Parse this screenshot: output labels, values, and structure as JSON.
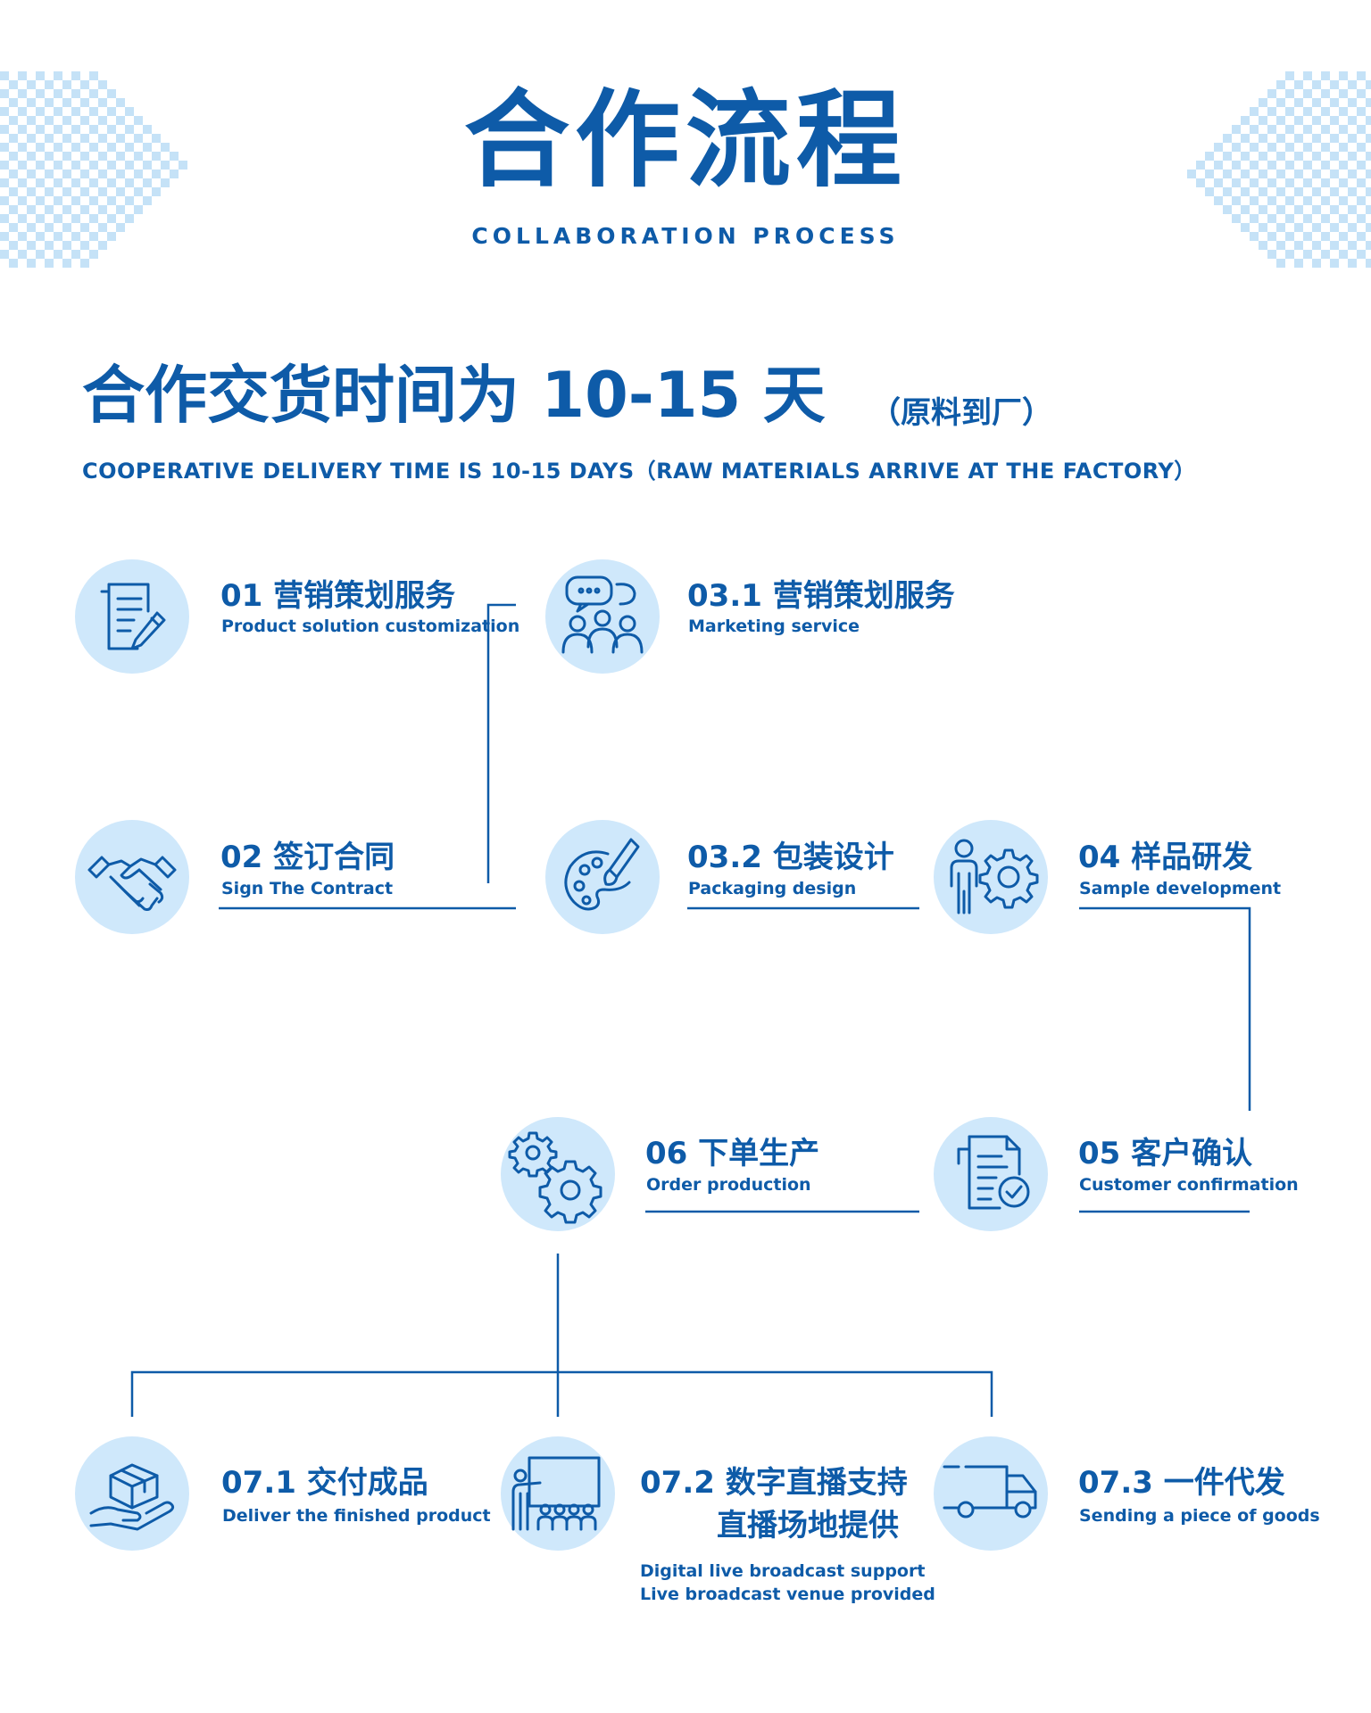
{
  "header": {
    "title": "合作流程",
    "subtitle": "COLLABORATION PROCESS"
  },
  "delivery": {
    "heading": "合作交货时间为 10-15 天",
    "note": "（原料到厂）",
    "english": "COOPERATIVE DELIVERY TIME IS 10-15 DAYS（RAW MATERIALS ARRIVE AT THE FACTORY）"
  },
  "steps": {
    "s01": {
      "title": "01 营销策划服务",
      "subtitle": "Product solution customization",
      "icon": "document-pen-icon"
    },
    "s02": {
      "title": "02 签订合同",
      "subtitle": "Sign The Contract",
      "icon": "handshake-icon"
    },
    "s031": {
      "title": "03.1 营销策划服务",
      "subtitle": "Marketing service",
      "icon": "team-discussion-icon"
    },
    "s032": {
      "title": "03.2 包装设计",
      "subtitle": "Packaging design",
      "icon": "palette-icon"
    },
    "s04": {
      "title": "04 样品研发",
      "subtitle": "Sample development",
      "icon": "person-gear-icon"
    },
    "s05": {
      "title": "05 客户确认",
      "subtitle": "Customer confirmation",
      "icon": "document-check-icon"
    },
    "s06": {
      "title": "06 下单生产",
      "subtitle": "Order production",
      "icon": "gears-icon"
    },
    "s071": {
      "title": "07.1 交付成品",
      "subtitle": "Deliver the finished product",
      "icon": "box-hand-icon"
    },
    "s072": {
      "title_line1": "07.2 数字直播支持",
      "title_line2": "直播场地提供",
      "subtitle_line1": "Digital live broadcast support",
      "subtitle_line2": "Live broadcast venue provided",
      "icon": "presentation-audience-icon"
    },
    "s073": {
      "title": "07.3 一件代发",
      "subtitle": "Sending a piece of goods",
      "icon": "delivery-truck-icon"
    }
  },
  "colors": {
    "primary": "#0e5ba8",
    "circle": "#cfe8fb",
    "decoration": "#c5e2f7"
  }
}
